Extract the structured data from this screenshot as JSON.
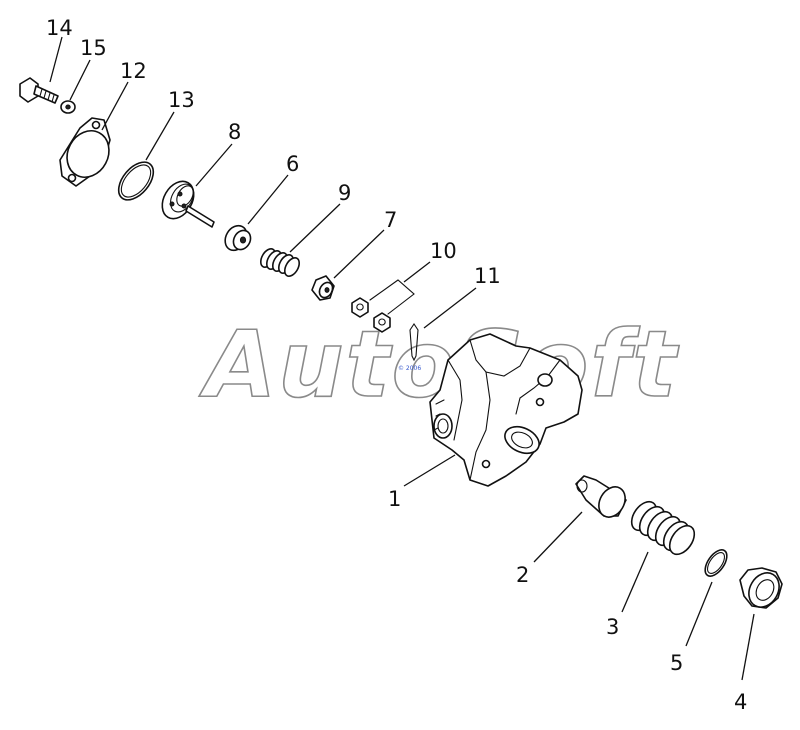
{
  "watermark": {
    "text": "AutoSoft",
    "small_text": "© 2006"
  },
  "callouts": {
    "p1": "1",
    "p2": "2",
    "p3": "3",
    "p4": "4",
    "p5": "5",
    "p6": "6",
    "p7": "7",
    "p8": "8",
    "p9": "9",
    "p10": "10",
    "p11": "11",
    "p12": "12",
    "p13": "13",
    "p14": "14",
    "p15": "15"
  },
  "colors": {
    "line": "#111111",
    "watermark": "#8a8a8a",
    "background": "#ffffff"
  }
}
